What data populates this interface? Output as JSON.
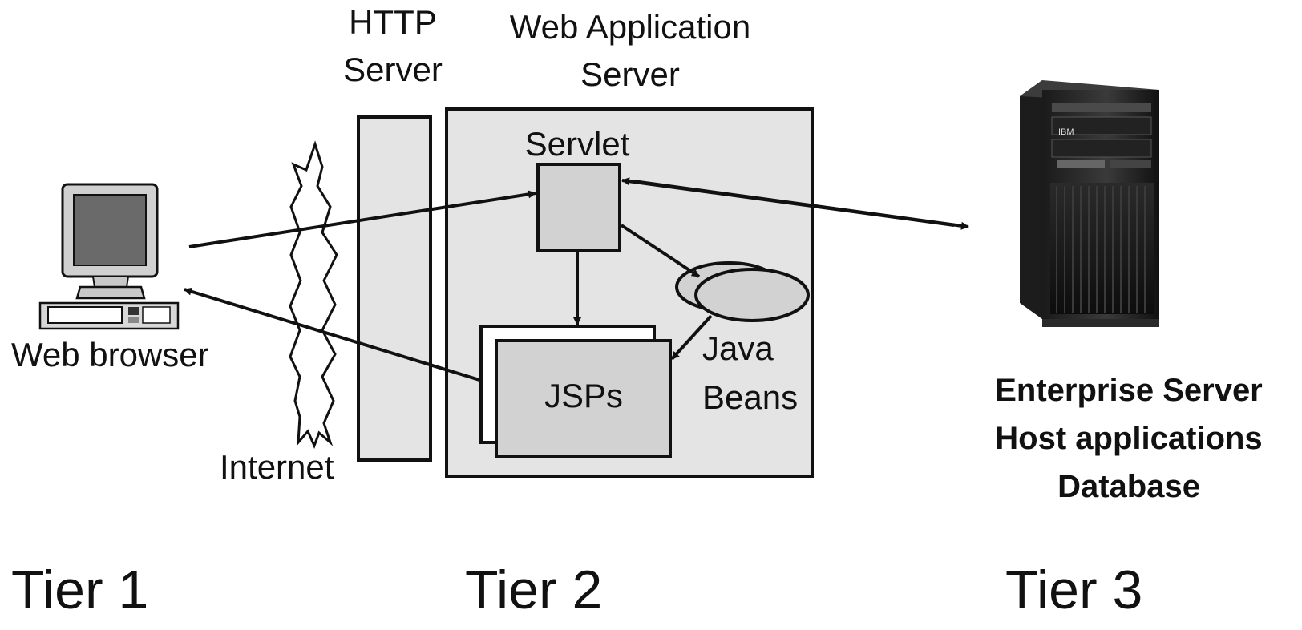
{
  "labels": {
    "http_server": [
      "HTTP",
      "Server"
    ],
    "web_app_server": [
      "Web Application",
      "Server"
    ],
    "servlet": "Servlet",
    "jsps": "JSPs",
    "java_beans": [
      "Java",
      "Beans"
    ],
    "web_browser": "Web browser",
    "internet": "Internet",
    "enterprise_server": [
      "Enterprise Server",
      "Host applications",
      "Database"
    ],
    "server_brand": "IBM"
  },
  "tiers": [
    "Tier 1",
    "Tier 2",
    "Tier 3"
  ]
}
